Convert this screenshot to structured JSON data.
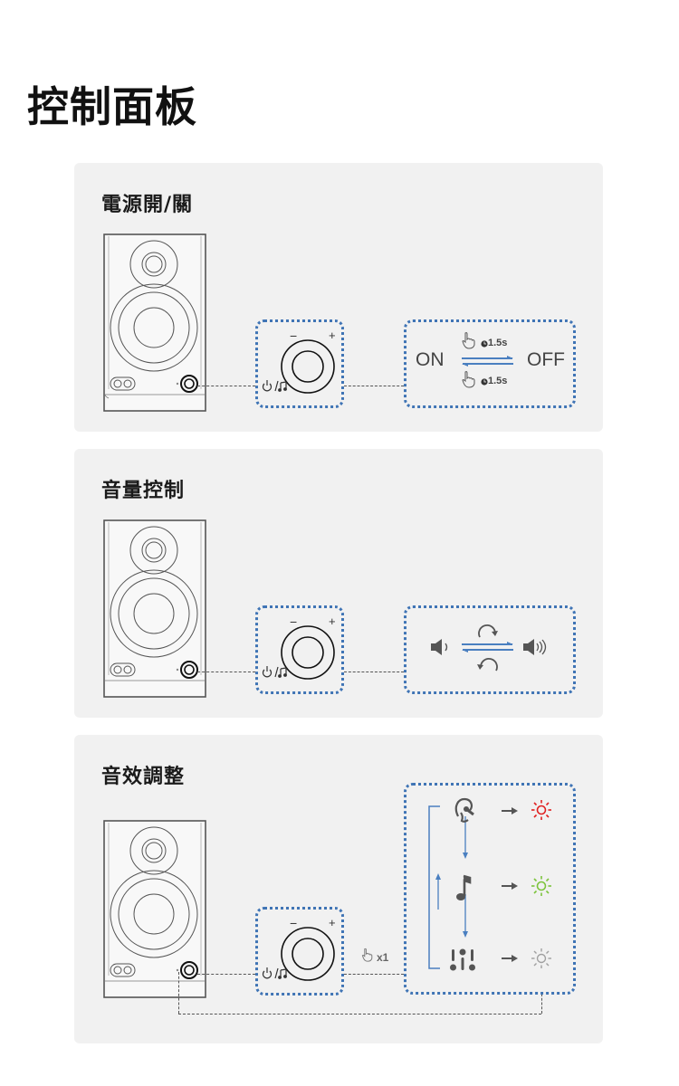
{
  "page": {
    "title": "控制面板"
  },
  "colors": {
    "card_bg": "#f1f1f1",
    "dotted_border": "#3f74b5",
    "arrow_blue": "#4a7fc0",
    "led_red": "#e02020",
    "led_green": "#7cc43c",
    "led_gray": "#9a9a9a"
  },
  "sections": [
    {
      "title": "電源開/關",
      "knob": {
        "minus": "−",
        "plus": "+",
        "button_icon": "power-music-icon"
      },
      "result": {
        "on_label": "ON",
        "off_label": "OFF",
        "hold_top": "1.5s",
        "hold_bottom": "1.5s"
      }
    },
    {
      "title": "音量控制",
      "knob": {
        "minus": "−",
        "plus": "+",
        "button_icon": "power-music-icon"
      },
      "result": {
        "left_icon": "volume-low-icon",
        "right_icon": "volume-high-icon",
        "top_icon": "rotate-clockwise-icon",
        "bottom_icon": "rotate-counterclockwise-icon"
      }
    },
    {
      "title": "音效調整",
      "knob": {
        "minus": "−",
        "plus": "+",
        "button_icon": "power-music-icon"
      },
      "press": {
        "count": "x1"
      },
      "modes": [
        {
          "icon": "ear-icon",
          "led_color": "red"
        },
        {
          "icon": "music-note-icon",
          "led_color": "green"
        },
        {
          "icon": "equalizer-icon",
          "led_color": "gray"
        }
      ]
    }
  ]
}
